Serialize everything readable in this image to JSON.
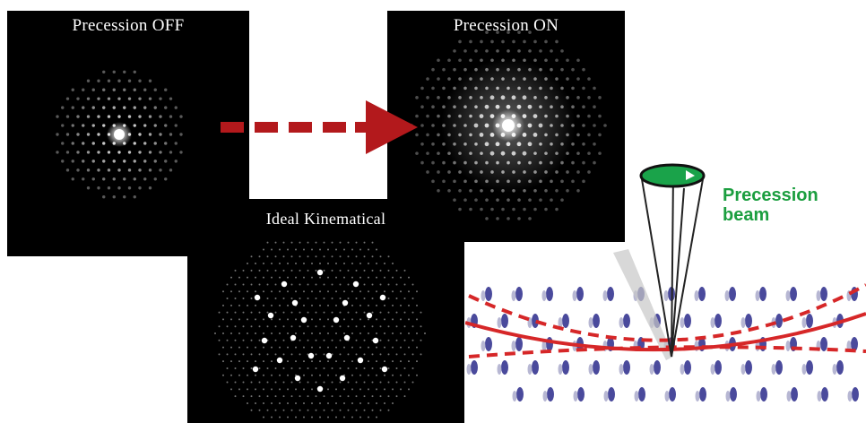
{
  "panels": {
    "off_title": "Precession OFF",
    "on_title": "Precession ON",
    "kinematical_title": "Ideal Kinematical"
  },
  "beam": {
    "label_line1": "Precession",
    "label_line2": "beam"
  },
  "colors": {
    "panel_background": "#000000",
    "arrow": "#b3191c",
    "beam_label": "#1b9e3f",
    "cone_top": "#1aa34a",
    "ewald_lines": "#d62728",
    "lattice_points": "#4a4a9c"
  },
  "icons": {
    "transition_arrow": "dashed-arrow-icon",
    "precession_cone": "precession-cone-icon"
  }
}
